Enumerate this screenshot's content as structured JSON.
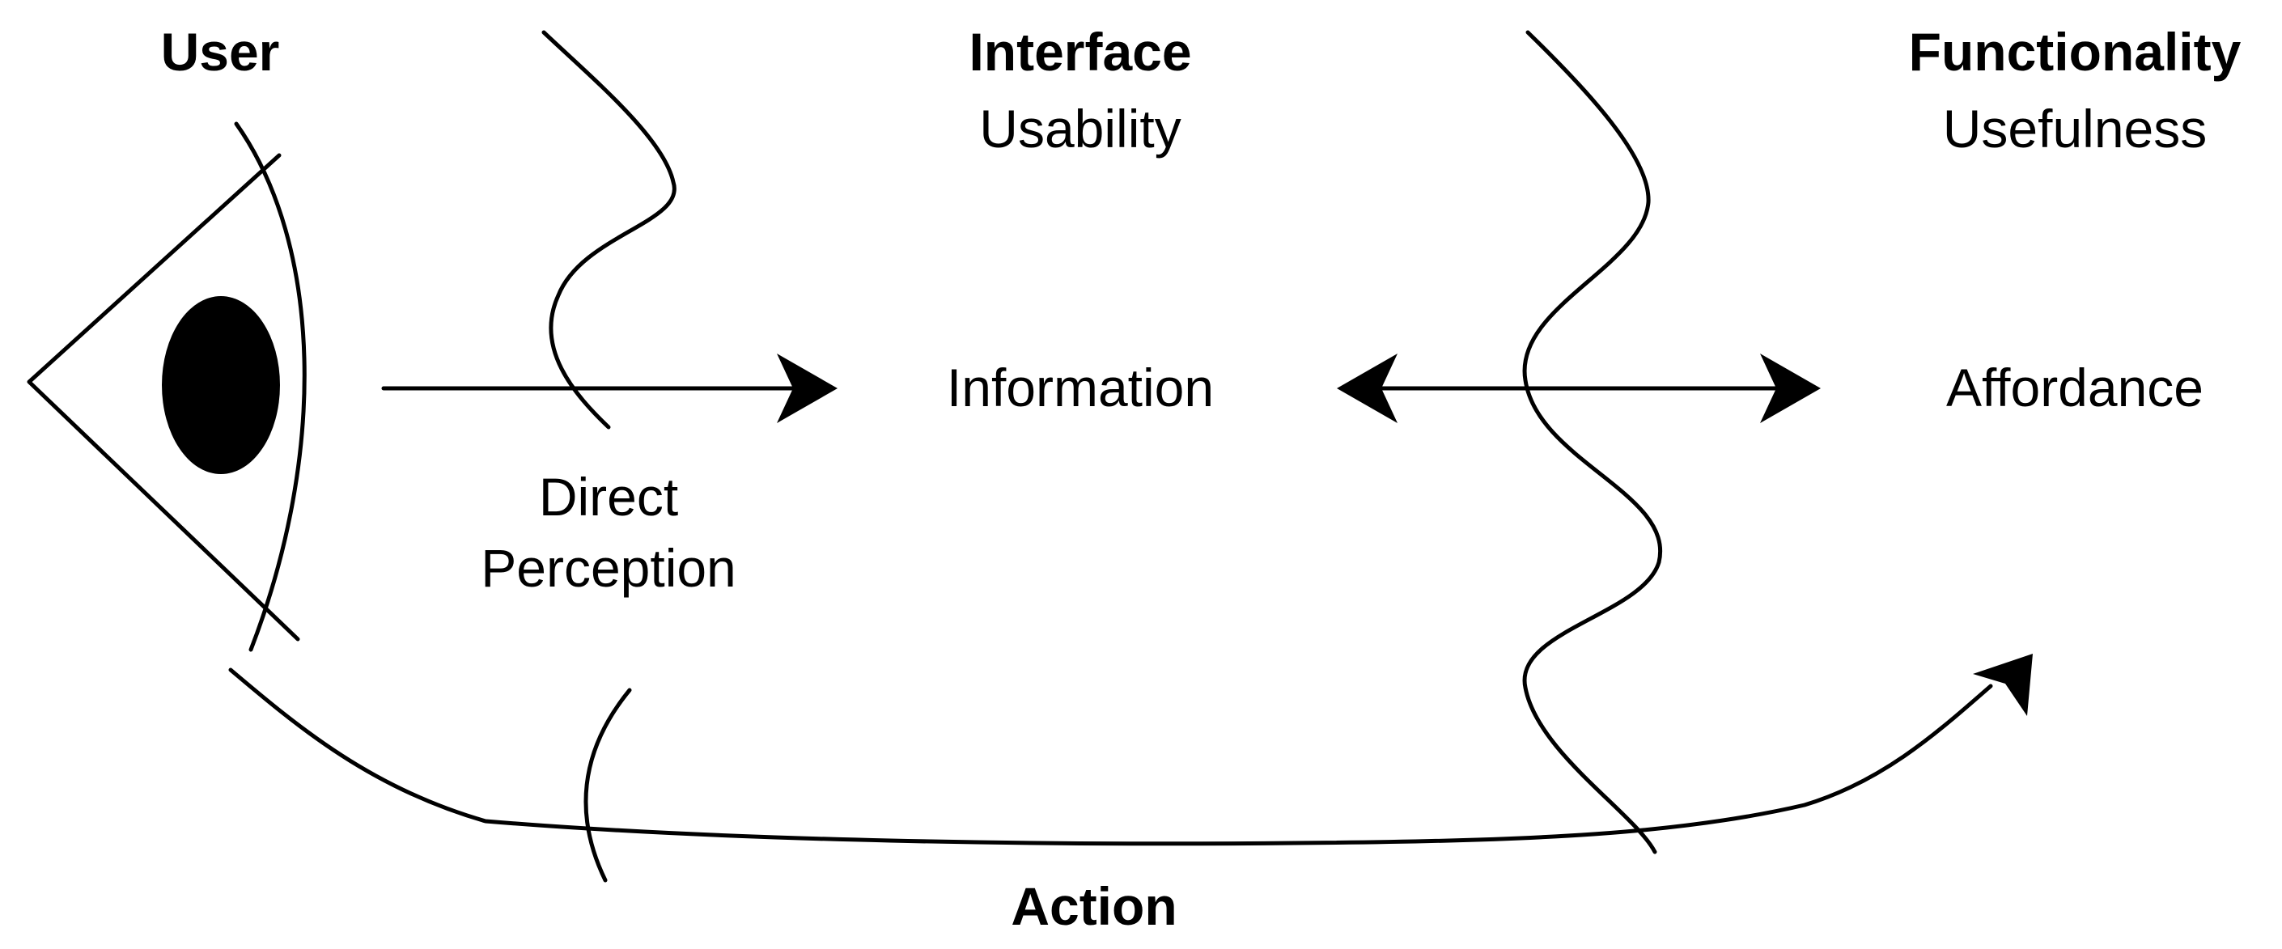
{
  "labels": {
    "user": "User",
    "interface": "Interface",
    "usability": "Usability",
    "functionality": "Functionality",
    "usefulness": "Usefulness",
    "information": "Information",
    "affordance": "Affordance",
    "direct": "Direct",
    "perception": "Perception",
    "action": "Action"
  },
  "icons": {
    "eye": "eye-icon"
  },
  "colors": {
    "ink": "#000000",
    "background": "#ffffff"
  }
}
